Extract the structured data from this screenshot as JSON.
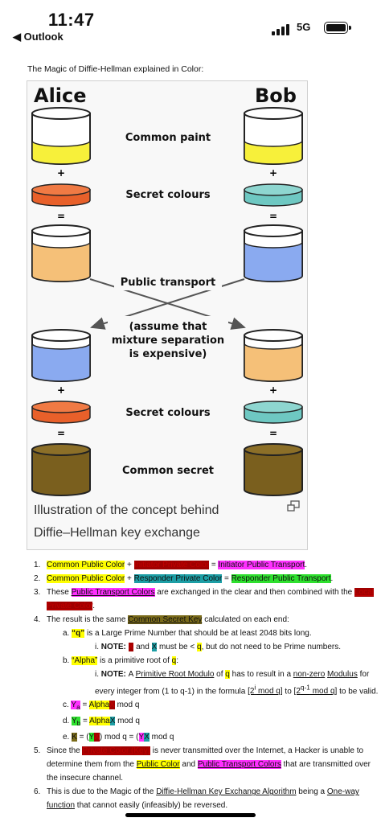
{
  "status_bar": {
    "time": "11:47",
    "back_label": "◀ Outlook",
    "network": "5G"
  },
  "intro": "The Magic of Diffie-Hellman explained in Color:",
  "figure": {
    "alice": "Alice",
    "bob": "Bob",
    "common_paint": "Common paint",
    "secret_colours_1": "Secret colours",
    "public_transport": "Public transport",
    "assume_line1": "(assume that",
    "assume_line2": "mixture separation",
    "assume_line3": "is expensive)",
    "secret_colours_2": "Secret colours",
    "common_secret": "Common secret",
    "plus": "+",
    "equals": "=",
    "caption_line1": "Illustration of the concept behind",
    "caption_line2": "Diffie–Hellman key exchange",
    "colors": {
      "yellow": "#f7f03a",
      "orange": "#e8602a",
      "peach": "#f5c078",
      "teal": "#6ec8c2",
      "blue": "#8aaaf0",
      "brown": "#7a5f1e"
    }
  },
  "list": {
    "n1": "1.",
    "n2": "2.",
    "n3": "3.",
    "n4": "4.",
    "n5": "5.",
    "n6": "6.",
    "common_public_color": "Common Public Color",
    "plus": " + ",
    "eq": " = ",
    "initiator_private_color": "Initiator Private Color",
    "initiator_public_transport": "Initiator Public Transport",
    "responder_private_color": "Responder Private Color",
    "responder_public_transport": "Responder Public Transport",
    "item3_a": "These ",
    "public_transport_colors": "Public Transport Colors",
    "item3_b": " are exchanged in the clear and then combined with the ",
    "local_private_color": "Local Private Color",
    "item4_a": "The result is the same ",
    "common_secret_key": "Common Secret Key",
    "item4_b": " calculated on each end:",
    "a_label": "a.",
    "q_text": "“q”",
    "a_rest": " is a Large Prime Number that should be at least 2048 bits long.",
    "i_label": "i.",
    "note": "NOTE: ",
    "x_var": "X",
    "and_text": " and ",
    "note_rest": " must be < ",
    "q": "q",
    "note_rest2": ", but do not need to be Prime numbers.",
    "b_label": "b.",
    "alpha_text": "“Alpha”",
    "b_rest": " is a primitive root of ",
    "colon": ":",
    "note2_a": "A ",
    "primitive_root_modulo": "Primitive Root Modulo",
    "of_text": " of ",
    "note2_b": " has to result in a ",
    "non_zero": "non-zero",
    "modulus": "Modulus",
    "note2_c": " for every integer from (1 to q-1) in the formula ",
    "formula1": "[2",
    "formula1_sup": "i",
    "formula1_end": " mod q]",
    "to_text": " to",
    "formula2": "[2",
    "formula2_sup": "q-1",
    "formula2_end": " mod q]",
    "to_be_valid": " to be valid.",
    "c_label": "c.",
    "d_label": "d.",
    "e_label": "e.",
    "ya": "Y",
    "ya_sub": "a",
    "yb": "Y",
    "yb_sub": "b",
    "alpha": "Alpha",
    "xa": "X",
    "xb": "X",
    "mod_q": " mod q",
    "k_var": "K",
    "e_eq": " = (",
    "e_mid": ") mod q = (",
    "e_end": " mod q",
    "item5_a": "Since the ",
    "private_color_key": "Private Color (Key)",
    "item5_b": " is never transmitted over the Internet, a Hacker is unable to determine them from the ",
    "public_color": "Public Color",
    "and_the": " and ",
    "public_transport_colors2": "Public Transport Colors",
    "item5_c": " that are transmitted over the insecure channel.",
    "item6_a": "This is due to the Magic of the ",
    "dh_algorithm": "Diffie-Hellman Key Exchange Algorithm",
    "item6_b": " being a ",
    "one_way": "One-way function",
    "item6_c": " that cannot easily (infeasibly) be reversed."
  }
}
